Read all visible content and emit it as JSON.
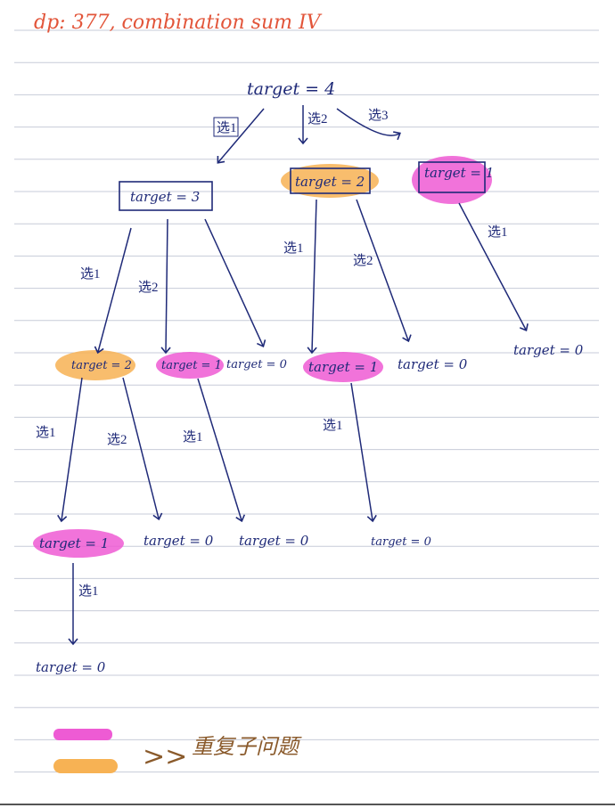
{
  "title": {
    "text": "dp: 377, combination sum IV",
    "color": "#e2553a"
  },
  "colors": {
    "ink": "#1f2a78",
    "orange": "#f7b254",
    "pink": "#ee5bd4",
    "legend_text": "#8a5a2b",
    "line": "#c7cbd8"
  },
  "root": "target = 4",
  "level1": {
    "a": "target = 3",
    "b": "target = 2",
    "c": "target = 1"
  },
  "level2": {
    "a": "target = 2",
    "b": "target = 1",
    "c": "target = 0",
    "d": "target = 1",
    "e": "target = 0",
    "f": "target = 0"
  },
  "level3": {
    "a": "target = 1",
    "b": "target = 0",
    "c": "target = 0",
    "d": "target = 0"
  },
  "level4": {
    "a": "target = 0"
  },
  "edge_labels": {
    "root_1": "选1",
    "root_2": "选2",
    "root_3": "选3",
    "t3_1": "选1",
    "t3_2": "选2",
    "t2_1": "选1",
    "t2_2": "选2",
    "t1_1": "选1",
    "l2a_1": "选1",
    "l2a_2": "选2",
    "l2b_1": "选1",
    "l2d_1": "选1",
    "l3a_1": "选1"
  },
  "legend": {
    "text": "重复子问题",
    "arrow": ">>"
  }
}
